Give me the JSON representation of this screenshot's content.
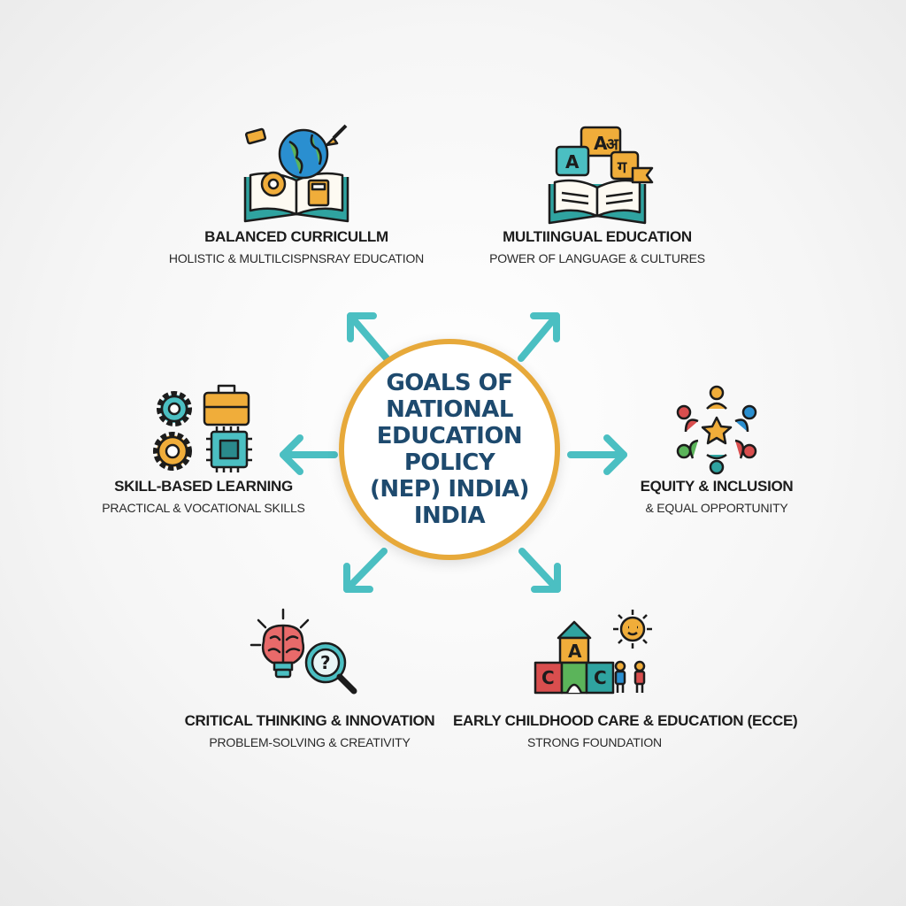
{
  "center": {
    "lines": [
      "GOALS OF",
      "NATIONAL",
      "EDUCATION POLICY",
      "(NEP) INDIA)",
      "INDIA"
    ]
  },
  "goals": [
    {
      "title": "BALANCED CURRICULLM",
      "subtitle": "HOLISTIC & MULTILCISPNSRAY EDUCATION",
      "icon": "book-globe-icon"
    },
    {
      "title": "MULTIINGUAL EDUCATION",
      "subtitle": "POWER OF LANGUAGE & CULTURES",
      "icon": "language-book-icon"
    },
    {
      "title": "SKILL-BASED LEARNING",
      "subtitle": "PRACTICAL & VOCATIONAL SKILLS",
      "icon": "gears-toolkit-icon"
    },
    {
      "title": "EQUITY & INCLUSION",
      "subtitle": "& EQUAL OPPORTUNITY",
      "icon": "people-circle-star-icon"
    },
    {
      "title": "CRITICAL THINKING & INNOVATION",
      "subtitle": "PROBLEM-SOLVING & CREATIVITY",
      "icon": "brain-magnifier-icon"
    },
    {
      "title": "EARLY CHILDHOOD CARE & EDUCATION (ECCE)",
      "subtitle": "STRONG FOUNDATION",
      "icon": "blocks-children-icon"
    }
  ],
  "icon_glyphs": {
    "language": [
      "A",
      "अ",
      "ग",
      "A"
    ],
    "blocks": [
      "A",
      "C",
      "C"
    ],
    "help": "?"
  },
  "colors": {
    "accent_ring": "#e7a93a",
    "arrow": "#4bbfc2",
    "center_text": "#1e4a6e"
  }
}
